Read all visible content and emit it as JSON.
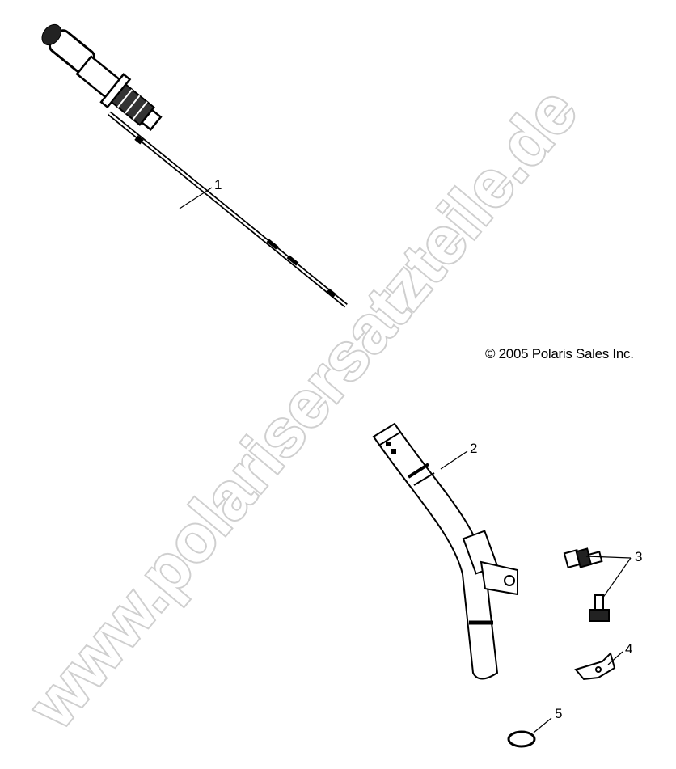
{
  "copyright": "© 2005 Polaris Sales Inc.",
  "watermark": "www.polarisersatzteile.de",
  "callouts": [
    "1",
    "2",
    "3",
    "4",
    "5"
  ],
  "parts": [
    "dipstick",
    "dipstick-tube",
    "bolt",
    "clip",
    "o-ring"
  ]
}
